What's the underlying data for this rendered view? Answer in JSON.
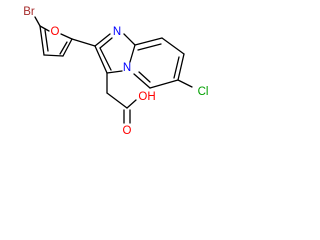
{
  "molecule": {
    "atoms": {
      "br": {
        "label": "Br",
        "color": "#a52a2a"
      },
      "o_furan": {
        "label": "O",
        "color": "#ff0000"
      },
      "n_imine": {
        "label": "N",
        "color": "#0000ff"
      },
      "n_bridge": {
        "label": "N",
        "color": "#0000ff"
      },
      "cl": {
        "label": "Cl",
        "color": "#00a000"
      },
      "o_hydroxyl": {
        "label": "OH",
        "color": "#ff0000"
      },
      "o_carbonyl": {
        "label": "O",
        "color": "#ff0000"
      }
    },
    "bond_color": "#000000"
  }
}
